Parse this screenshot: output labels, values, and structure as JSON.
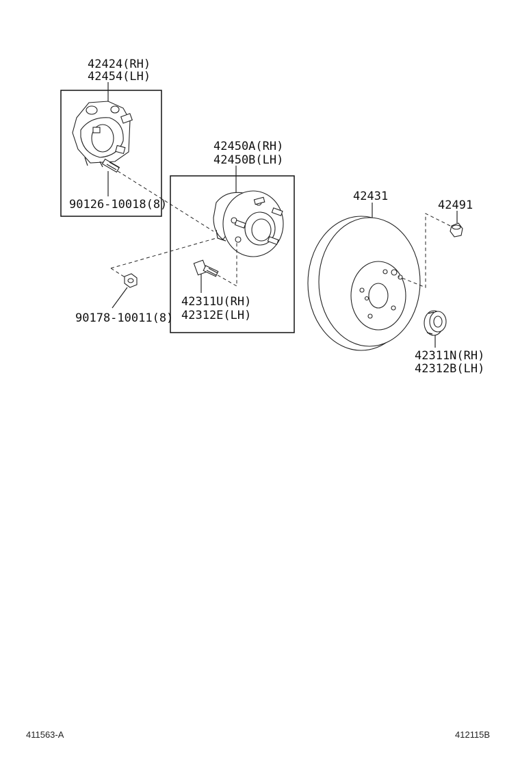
{
  "labels": {
    "knuckle_rh": "42424(RH)",
    "knuckle_lh": "42454(LH)",
    "stud_bolt": "90126-10018(8)",
    "hub_rh": "42450A(RH)",
    "hub_lh": "42450B(LH)",
    "nut_small": "90178-10011(8)",
    "hub_bolt_rh": "42311U(RH)",
    "hub_bolt_lh": "42312E(LH)",
    "disc": "42431",
    "plug": "42491",
    "wheel_nut_rh": "42311N(RH)",
    "wheel_nut_lh": "42312B(LH)"
  },
  "footer": {
    "left_code": "411563-A",
    "right_code": "412115B"
  }
}
